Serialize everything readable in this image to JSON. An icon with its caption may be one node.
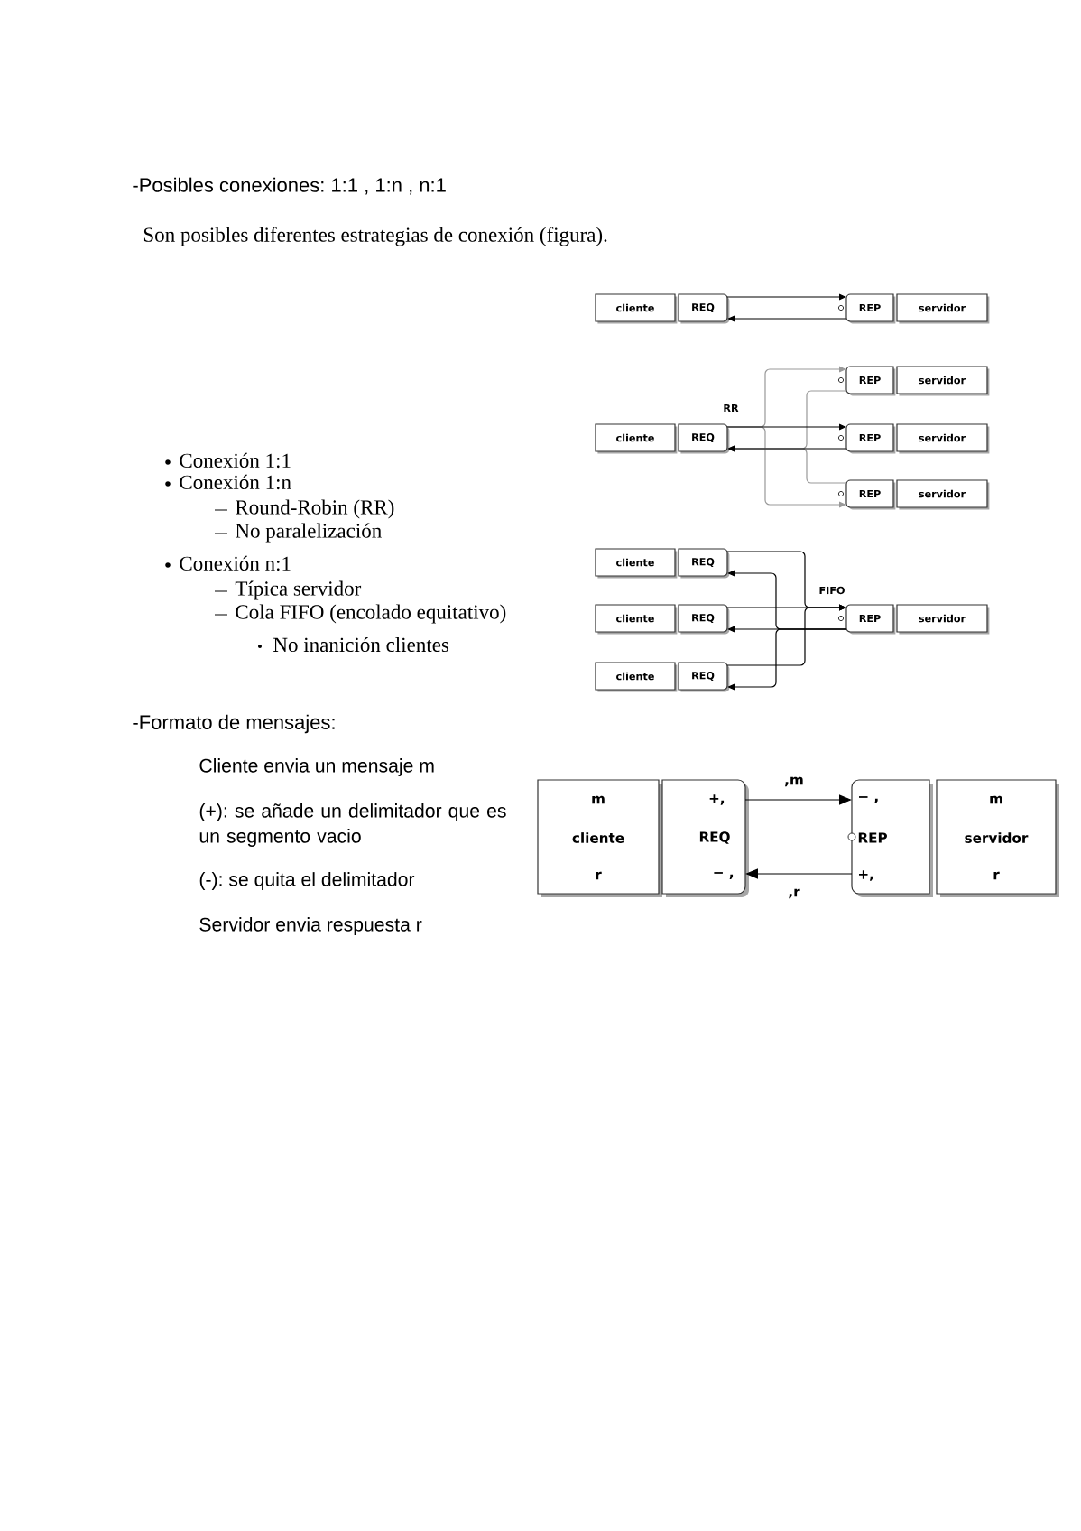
{
  "diagram": {
    "nodes": [
      {
        "text": [
          "cliente"
        ]
      },
      {
        "text": [
          "REQ"
        ]
      },
      {
        "text": [
          "REP"
        ]
      },
      {
        "text": [
          "servidor"
        ]
      },
      {
        "text": [
          "REP"
        ]
      },
      {
        "text": [
          "servidor"
        ]
      },
      {
        "text": [
          "cliente"
        ]
      },
      {
        "text": [
          "REQ"
        ]
      },
      {
        "text": [
          "REP"
        ]
      },
      {
        "text": [
          "servidor"
        ]
      },
      {
        "text": [
          "REP"
        ]
      },
      {
        "text": [
          "servidor"
        ]
      },
      {
        "text": [
          "cliente"
        ]
      },
      {
        "text": [
          "REQ"
        ]
      },
      {
        "text": [
          "cliente"
        ]
      },
      {
        "text": [
          "REQ"
        ]
      },
      {
        "text": [
          "REP"
        ]
      },
      {
        "text": [
          "servidor"
        ]
      },
      {
        "text": [
          "cliente"
        ]
      },
      {
        "text": [
          "REQ"
        ]
      },
      {
        "text": [
          "m",
          "cliente",
          "r"
        ]
      },
      {
        "text": [
          "+,",
          "REQ",
          "− ,"
        ]
      },
      {
        "text": [
          "− ,",
          "REP",
          "+,"
        ]
      },
      {
        "text": [
          "m",
          "servidor",
          "r"
        ]
      }
    ],
    "edges": [
      {
        "from": 1,
        "to": 2,
        "arrow": "to"
      },
      {
        "from": 2,
        "to": 1,
        "arrow": "to"
      },
      {
        "from": 7,
        "to": 4,
        "arrow": "to",
        "color": "#999999"
      },
      {
        "from": 7,
        "to": 8,
        "arrow": "to"
      },
      {
        "from": 7,
        "to": 10,
        "arrow": "to",
        "color": "#999999"
      },
      {
        "from": 4,
        "to": 7,
        "arrow": "to",
        "color": "#999999"
      },
      {
        "from": 8,
        "to": 7,
        "arrow": "to"
      },
      {
        "from": 10,
        "to": 7,
        "arrow": "to",
        "color": "#999999"
      },
      {
        "from": 13,
        "to": 16,
        "arrow": "to"
      },
      {
        "from": 15,
        "to": 16,
        "arrow": "to"
      },
      {
        "from": 19,
        "to": 16,
        "arrow": "to"
      },
      {
        "from": 16,
        "to": 13,
        "arrow": "to"
      },
      {
        "from": 16,
        "to": 15,
        "arrow": "to"
      },
      {
        "from": 16,
        "to": 19,
        "arrow": "to"
      },
      {
        "from": 21,
        "to": 22,
        "arrow": "to",
        "label": ",m"
      },
      {
        "from": 22,
        "to": 21,
        "arrow": "to",
        "label": ",r"
      }
    ],
    "labels": [
      "-Posibles conexiones: 1:1 , 1:n , n:1",
      "Son posibles diferentes estrategias de conexión (figura).",
      "RR",
      "Conexión 1:1",
      "Conexión 1:n",
      "Round-Robin (RR)",
      "No paralelización",
      "Conexión n:1",
      "FIFO",
      "Típica servidor",
      "Cola FIFO (encolado equitativo)",
      "No inanición clientes",
      "-Formato de mensajes:",
      "Cliente envia un mensaje m",
      "(+): se añade un delimitador que es un segmento vacio",
      "(-): se quita el delimitador",
      "Servidor envia respuesta r"
    ]
  }
}
